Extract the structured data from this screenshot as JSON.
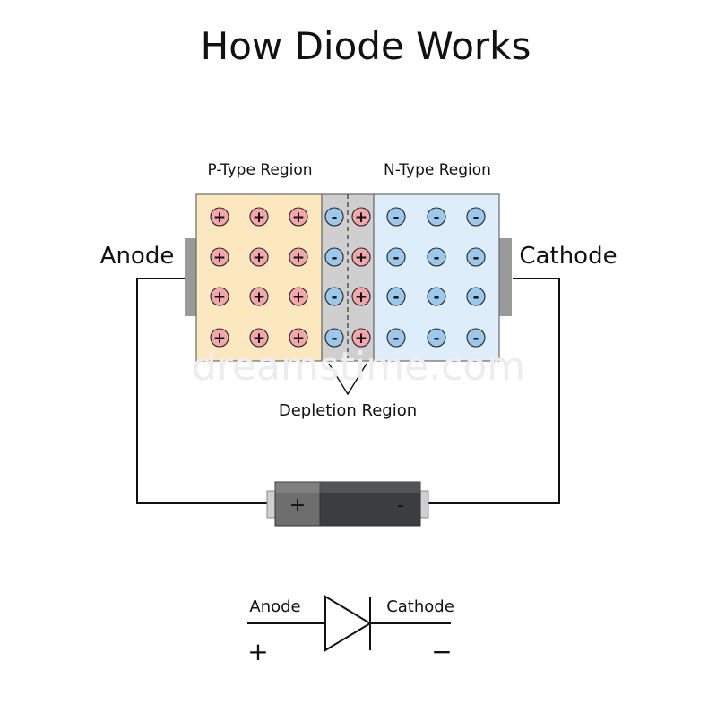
{
  "title": "How Diode Works",
  "labels": {
    "p_region": "P-Type Region",
    "n_region": "N-Type Region",
    "anode": "Anode",
    "cathode": "Cathode",
    "depletion": "Depletion Region"
  },
  "battery": {
    "positive": "+",
    "negative": "-"
  },
  "symbol": {
    "anode": "Anode",
    "cathode": "Cathode",
    "positive": "+",
    "negative": "−"
  },
  "charges": {
    "positive": "+",
    "negative": "-"
  },
  "watermark": "dreamstime.com",
  "colors": {
    "p_region": "#fbe8bf",
    "n_region": "#ddeefa",
    "depletion": "#cfcfcf",
    "positive_charge": "#f4a6ad",
    "negative_charge": "#9cc8ec",
    "battery_light": "#6e6e6e",
    "battery_dark": "#3b3e41",
    "terminal": "#9a9a9a"
  }
}
